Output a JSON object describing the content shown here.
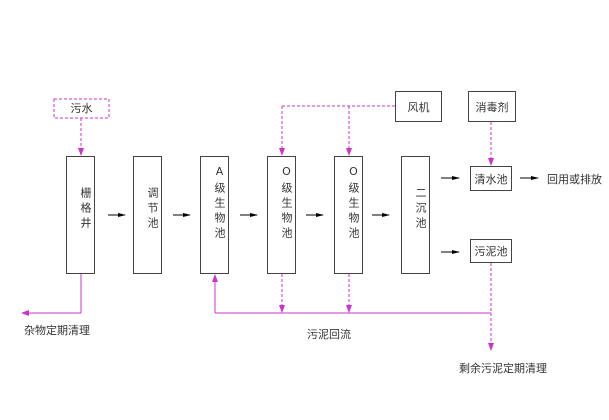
{
  "colors": {
    "flow_line": "#cc33cc",
    "box_border": "#444444",
    "arrow": "#000000"
  },
  "inputs": {
    "sewage": "污水",
    "blower": "风机",
    "disinfectant": "消毒剂"
  },
  "units": [
    {
      "label": "栅格井"
    },
    {
      "label": "调节池"
    },
    {
      "label": "A级生物池"
    },
    {
      "label": "O级生物池"
    },
    {
      "label": "O级生物池"
    },
    {
      "label": "二沉池"
    }
  ],
  "outputs": {
    "clear_water_tank": "清水池",
    "sludge_tank": "污泥池",
    "reuse": "回用或排放"
  },
  "notes": {
    "debris": "杂物定期清理",
    "sludge_return": "污泥回流",
    "excess_sludge": "剩余污泥定期清理"
  }
}
